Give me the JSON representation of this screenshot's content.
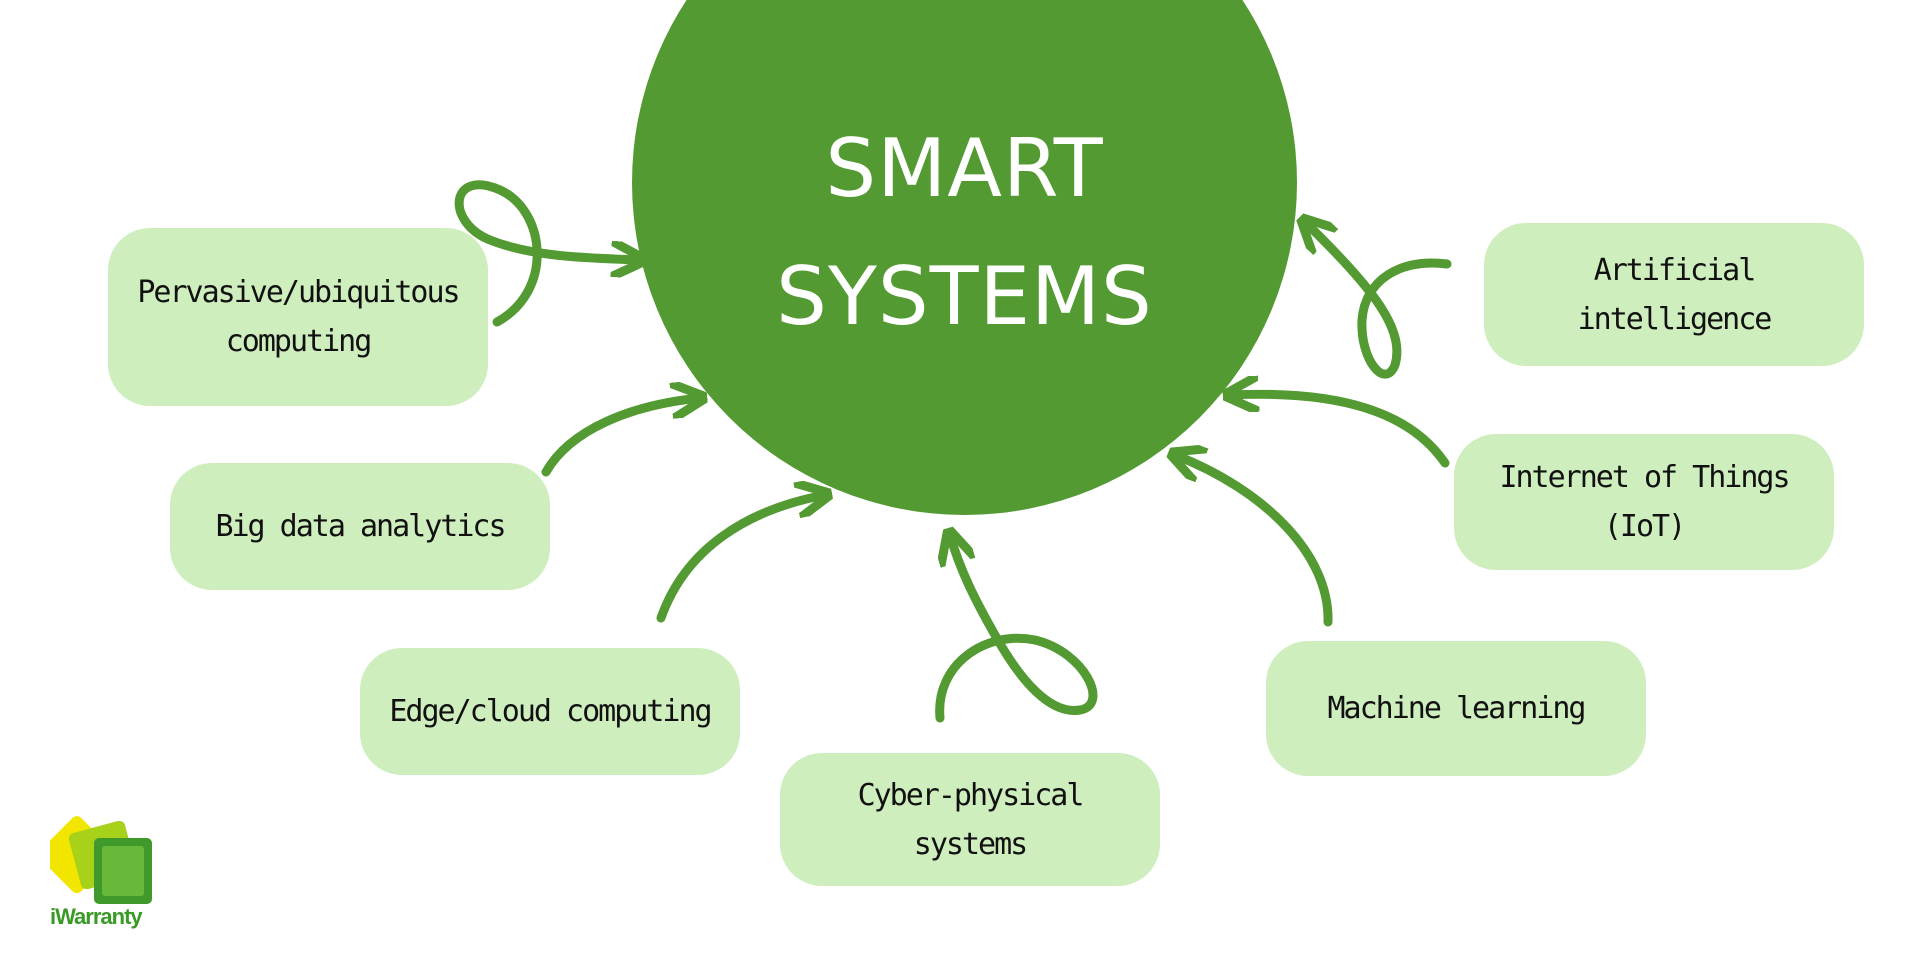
{
  "hub": {
    "line1": "SMART",
    "line2": "SYSTEMS",
    "color": "#529a31"
  },
  "nodes": [
    {
      "id": "pervasive",
      "line1": "Pervasive/ubiquitous",
      "line2": "computing"
    },
    {
      "id": "big-data",
      "line1": "Big data analytics",
      "line2": ""
    },
    {
      "id": "edge-cloud",
      "line1": "Edge/cloud computing",
      "line2": ""
    },
    {
      "id": "cyber-physical",
      "line1": "Cyber-physical",
      "line2": "systems"
    },
    {
      "id": "machine-learning",
      "line1": "Machine learning",
      "line2": ""
    },
    {
      "id": "iot",
      "line1": "Internet of Things (IoT)",
      "line2": ""
    },
    {
      "id": "ai",
      "line1": "Artificial intelligence",
      "line2": ""
    }
  ],
  "colors": {
    "node_fill": "#cfeebe",
    "arrow": "#529a31",
    "text": "#111111"
  },
  "logo": {
    "text": "iWarranty",
    "icon": "warranty-logo-icon"
  }
}
